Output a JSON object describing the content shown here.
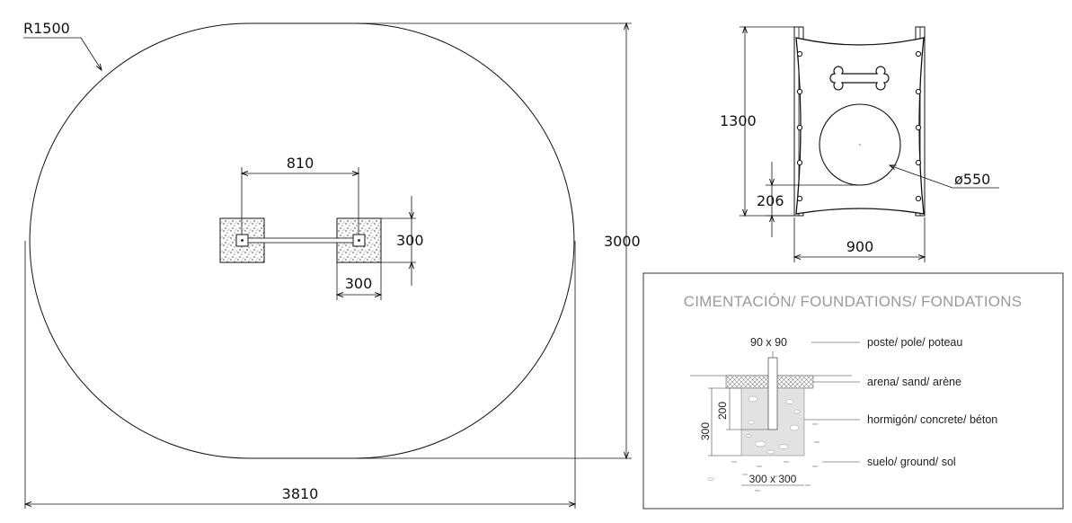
{
  "plan_view": {
    "radius_label": "R1500",
    "spacing_label": "810",
    "footing_height_label": "300",
    "footing_width_label": "300",
    "total_depth_label": "3000",
    "total_length_label": "3810"
  },
  "elevation_view": {
    "height_label": "1300",
    "hole_height_label": "206",
    "hole_diameter_label": "ø550",
    "width_label": "900",
    "panel_icon": "bone-icon"
  },
  "foundations": {
    "title": "CIMENTACIÓN/ FOUNDATIONS/ FONDATIONS",
    "post_section_label": "90 x 90",
    "post_label": "poste/ pole/ poteau",
    "sand_label": "arena/ sand/ arène",
    "concrete_label": "hormigón/ concrete/ béton",
    "ground_label": "suelo/ ground/ sol",
    "depth_total_label": "300",
    "depth_post_label": "200",
    "footing_size_label": "300 x 300"
  },
  "colors": {
    "line": "#111111",
    "title_grey": "#9a9a9a"
  }
}
